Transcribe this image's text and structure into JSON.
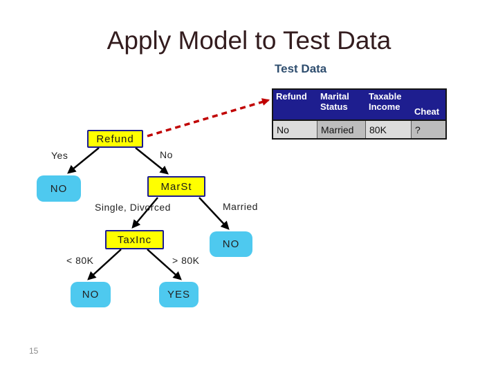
{
  "slide": {
    "title": "Apply Model to Test Data",
    "subtitle": "Test Data",
    "page_number": "15"
  },
  "colors": {
    "title_text": "#331c1e",
    "subtitle_text": "#2e4d6e",
    "table_header_bg": "#1e1e8f",
    "table_header_text": "#ffffff",
    "table_cell_light": "#dcdcdc",
    "table_cell_mid": "#bdbdbd",
    "decision_node_fill": "#ffff00",
    "decision_node_border": "#1a1a8f",
    "leaf_node_fill": "#4ec9ef",
    "tree_edge": "#000000",
    "pointer_arrow": "#c00000"
  },
  "table": {
    "headers": [
      "Refund",
      "Marital Status",
      "Taxable Income",
      "Cheat"
    ],
    "row": [
      "No",
      "Married",
      "80K",
      "?"
    ]
  },
  "tree": {
    "nodes": {
      "refund": {
        "label": "Refund",
        "type": "decision"
      },
      "leaf_refund_yes": {
        "label": "NO",
        "type": "leaf"
      },
      "marst": {
        "label": "MarSt",
        "type": "decision"
      },
      "leaf_married": {
        "label": "NO",
        "type": "leaf"
      },
      "taxinc": {
        "label": "TaxInc",
        "type": "decision"
      },
      "leaf_lt_80k": {
        "label": "NO",
        "type": "leaf"
      },
      "leaf_gt_80k": {
        "label": "YES",
        "type": "leaf"
      }
    },
    "edge_labels": {
      "refund_yes": "Yes",
      "refund_no": "No",
      "marst_single_divorced": "Single, Divorced",
      "marst_married": "Married",
      "taxinc_lt": "< 80K",
      "taxinc_gt": "> 80K"
    }
  }
}
